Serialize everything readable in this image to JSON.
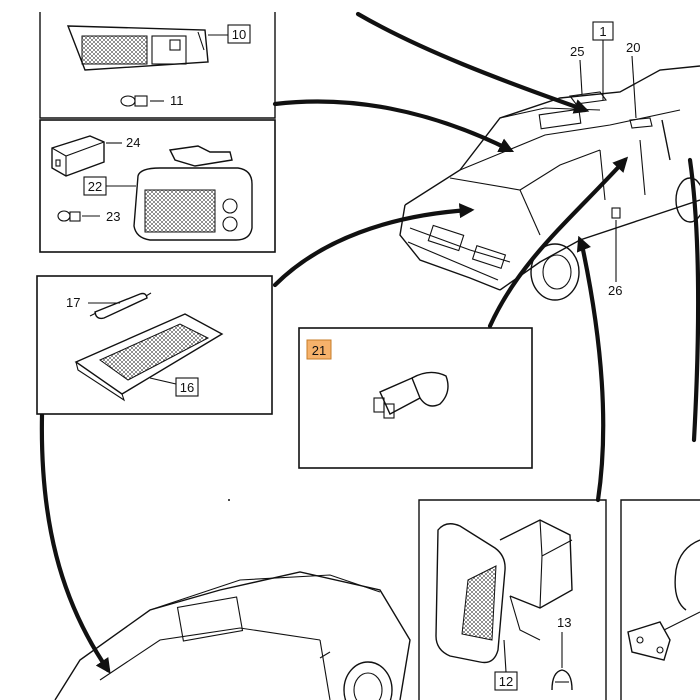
{
  "parts": {
    "p1": "1",
    "p10": "10",
    "p11": "11",
    "p12": "12",
    "p13": "13",
    "p16": "16",
    "p17": "17",
    "p20": "20",
    "p21": "21",
    "p22": "22",
    "p23": "23",
    "p24": "24",
    "p25": "25",
    "p26": "26"
  },
  "highlight": {
    "part": "21",
    "color": "#f6b26b"
  }
}
